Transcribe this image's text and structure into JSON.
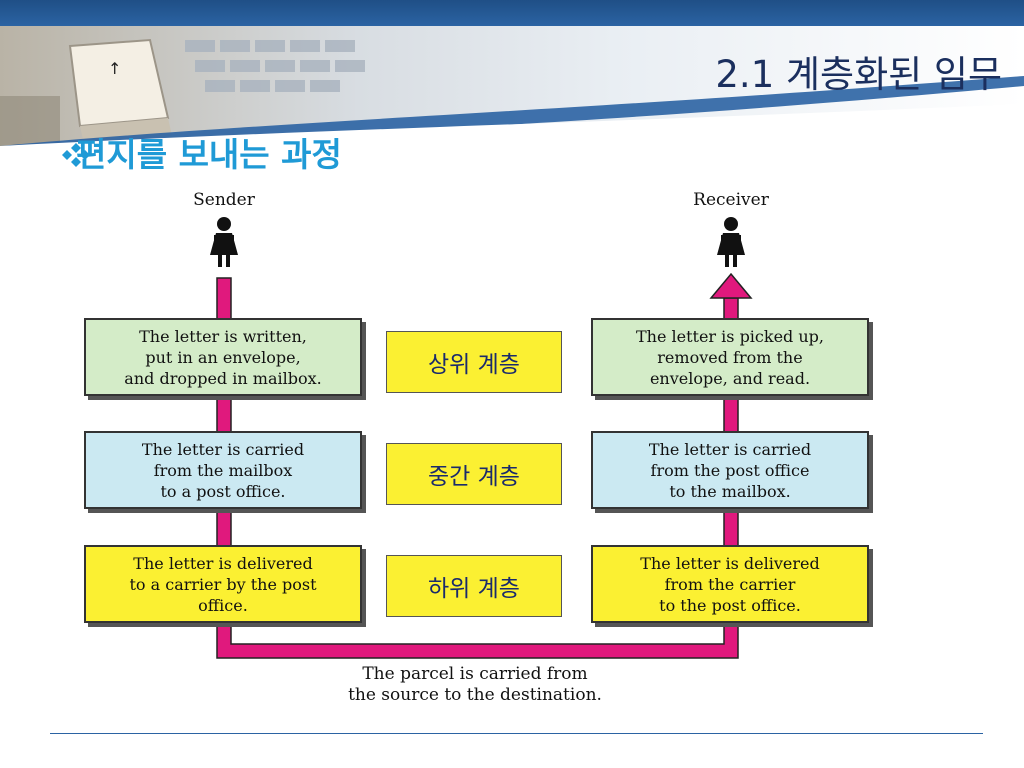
{
  "slide": {
    "title": "2.1 계층화된 임무",
    "subtitle": "편지를 보내는 과정"
  },
  "diagram": {
    "sender_label": "Sender",
    "receiver_label": "Receiver",
    "layers": [
      {
        "name": "상위 계층",
        "sender_text": "The letter is written,\nput in an envelope,\nand dropped in mailbox.",
        "receiver_text": "The letter is picked up,\nremoved from the\nenvelope, and read.",
        "color": "#d4ecc8"
      },
      {
        "name": "중간 계층",
        "sender_text": "The letter is carried\nfrom the mailbox\nto a post office.",
        "receiver_text": "The letter is carried\nfrom the post office\nto the mailbox.",
        "color": "#cbe9f2"
      },
      {
        "name": "하위 계층",
        "sender_text": "The letter is delivered\nto a carrier by the post\noffice.",
        "receiver_text": "The letter is delivered\nfrom the carrier\nto the post office.",
        "color": "#fbf032"
      }
    ],
    "path_caption": "The parcel is carried from\nthe source to the destination.",
    "path_color": "#e0197d"
  }
}
